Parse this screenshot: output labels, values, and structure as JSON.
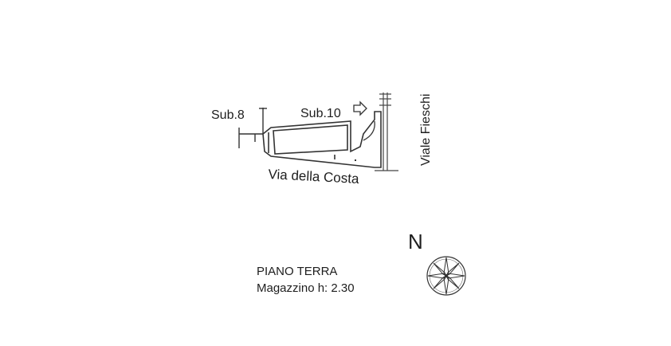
{
  "labels": {
    "sub8": "Sub.8",
    "sub10": "Sub.10",
    "street_bottom": "Via della Costa",
    "street_right": "Viale Fieschi",
    "north": "N",
    "floor": "PIANO TERRA",
    "room": "Magazzino h: 2.30"
  },
  "icons": {
    "compass": "compass-rose-icon",
    "arrow": "door-arrow-icon"
  },
  "colors": {
    "line": "#333333",
    "text": "#1e1e1e",
    "background": "#ffffff"
  }
}
